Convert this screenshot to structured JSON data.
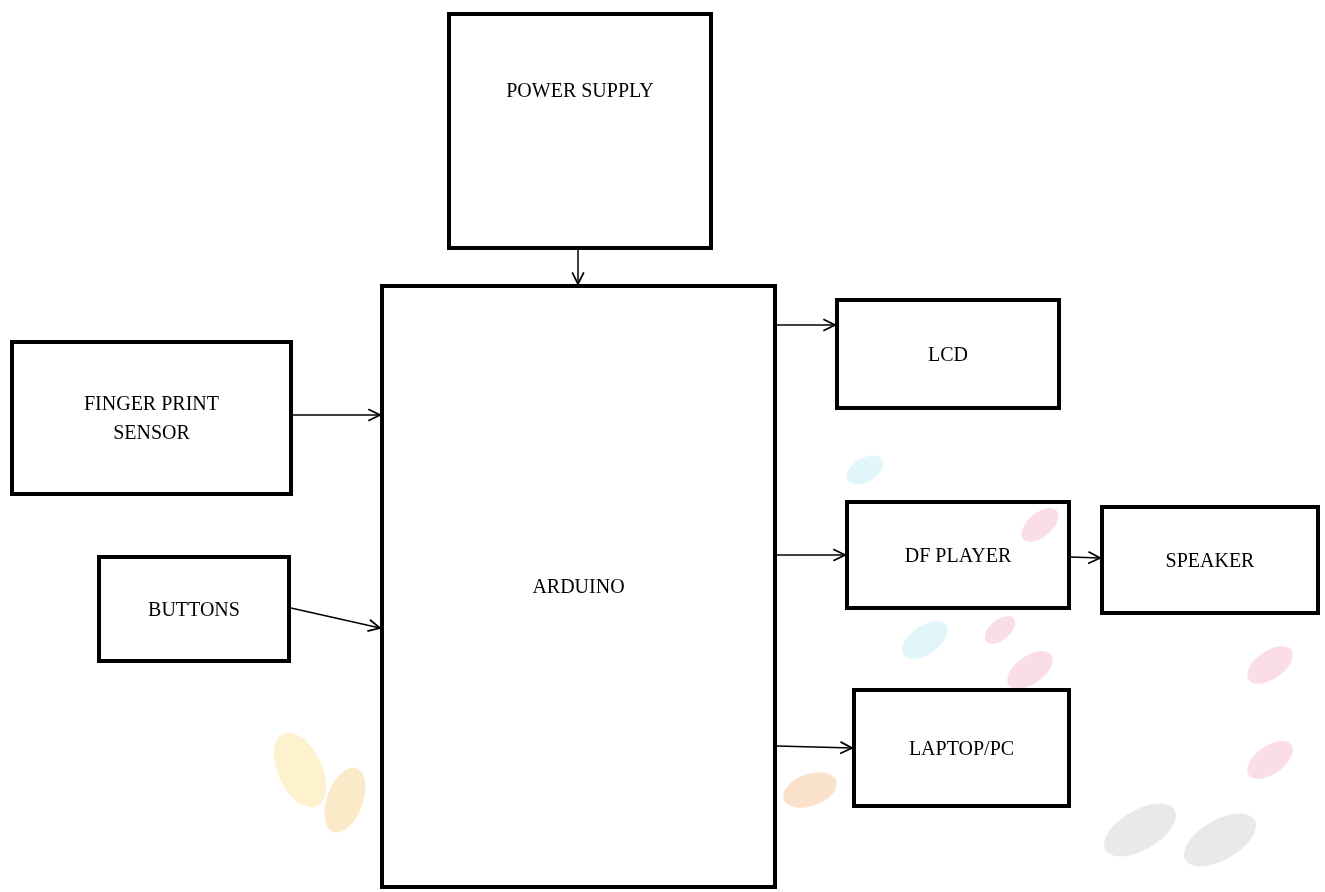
{
  "diagram": {
    "nodes": [
      {
        "text": [
          "POWER SUPPLY"
        ]
      },
      {
        "text": [
          "FINGER PRINT SENSOR"
        ]
      },
      {
        "text": [
          "BUTTONS"
        ]
      },
      {
        "text": [
          "ARDUINO"
        ]
      },
      {
        "text": [
          "LCD"
        ]
      },
      {
        "text": [
          "DF PLAYER"
        ]
      },
      {
        "text": [
          "SPEAKER"
        ]
      },
      {
        "text": [
          "LAPTOP/PC"
        ]
      }
    ],
    "edges": [
      {
        "from": 0,
        "to": 3,
        "arrow": "to"
      },
      {
        "from": 1,
        "to": 3,
        "arrow": "to"
      },
      {
        "from": 2,
        "to": 3,
        "arrow": "to"
      },
      {
        "from": 3,
        "to": 4,
        "arrow": "to"
      },
      {
        "from": 3,
        "to": 5,
        "arrow": "to"
      },
      {
        "from": 5,
        "to": 6,
        "arrow": "to"
      },
      {
        "from": 3,
        "to": 7,
        "arrow": "to"
      }
    ]
  }
}
